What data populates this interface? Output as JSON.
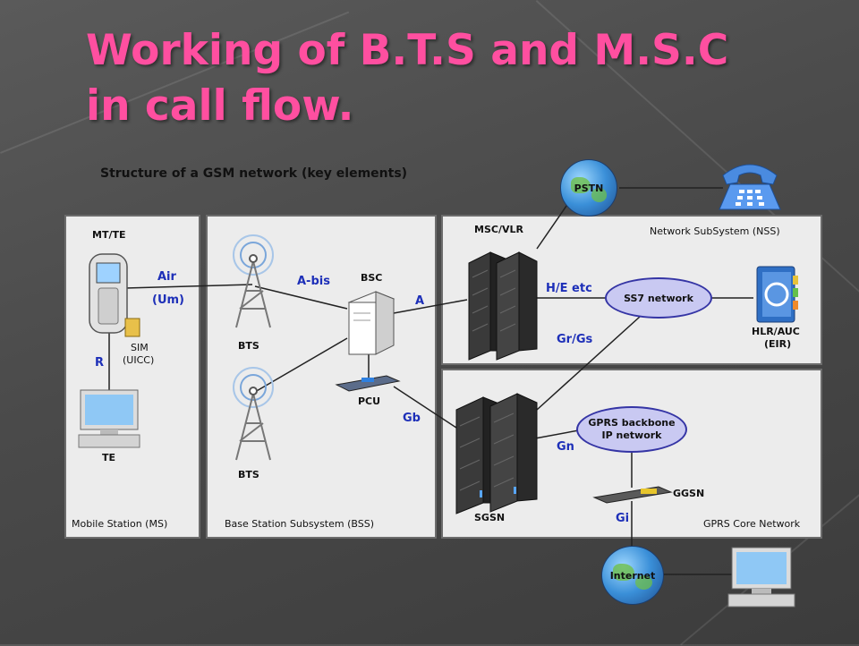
{
  "slide": {
    "title_line1": "Working of  B.T.S  and M.S.C",
    "title_line2": "in call flow."
  },
  "diagram": {
    "caption": "Structure of a GSM network (key elements)",
    "panels": {
      "ms": "Mobile Station (MS)",
      "bss": "Base Station Subsystem (BSS)",
      "nss": "Network SubSystem (NSS)",
      "gprs": "GPRS Core Network"
    },
    "nodes": {
      "mt_te": "MT/TE",
      "sim_line1": "SIM",
      "sim_line2": "(UICC)",
      "te": "TE",
      "bts_top": "BTS",
      "bts_bottom": "BTS",
      "bsc": "BSC",
      "pcu": "PCU",
      "msc_vlr": "MSC/VLR",
      "ss7": "SS7 network",
      "hlr_line1": "HLR/AUC",
      "hlr_line2": "(EIR)",
      "pstn": "PSTN",
      "sgsn": "SGSN",
      "gprs_backbone_line1": "GPRS backbone",
      "gprs_backbone_line2": "IP network",
      "ggsn": "GGSN",
      "internet": "Internet"
    },
    "interfaces": {
      "air": "Air",
      "um": "(Um)",
      "r": "R",
      "abis": "A-bis",
      "a": "A",
      "he": "H/E etc",
      "grgs": "Gr/Gs",
      "gb": "Gb",
      "gn": "Gn",
      "gi": "Gi"
    },
    "colors": {
      "title": "#ff4fa0",
      "interface_label": "#1d2fb8",
      "ellipse_fill": "#c9c9f2",
      "panel_fill": "#ececec"
    }
  }
}
